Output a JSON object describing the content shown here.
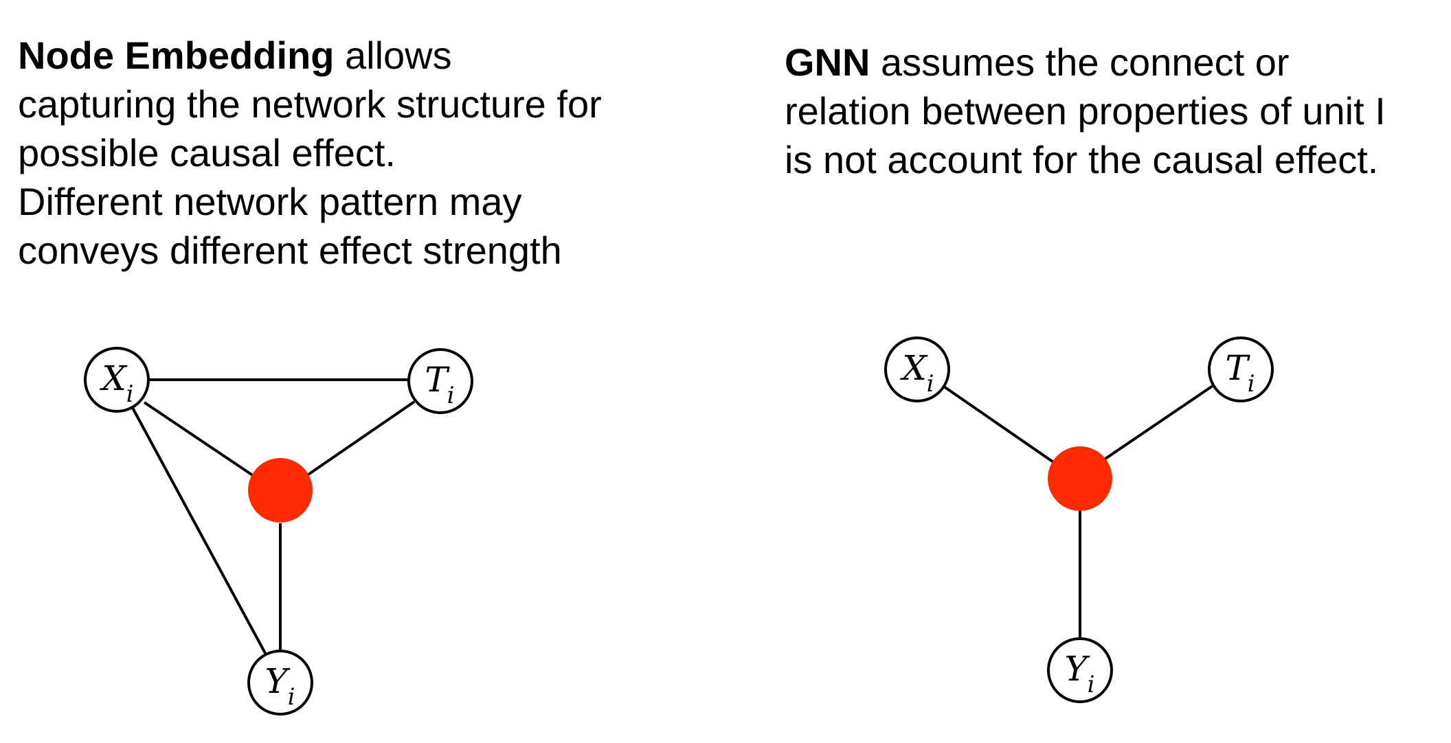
{
  "left_panel": {
    "heading_bold": "Node Embedding",
    "line1_rest": " allows",
    "line2": "capturing the network structure for",
    "line3": "possible causal effect.",
    "line4": "Different network pattern may",
    "line5": "conveys different effect strength"
  },
  "right_panel": {
    "heading_bold": "GNN",
    "line1_rest": " assumes the connect or",
    "line2": "relation between properties of unit I",
    "line3": "is not account for the causal effect."
  },
  "nodes": {
    "x": {
      "main": "X",
      "sub": "i"
    },
    "t": {
      "main": "T",
      "sub": "i"
    },
    "y": {
      "main": "Y",
      "sub": "i"
    }
  },
  "colors": {
    "center_node": "#ff2a00",
    "stroke": "#000000"
  }
}
